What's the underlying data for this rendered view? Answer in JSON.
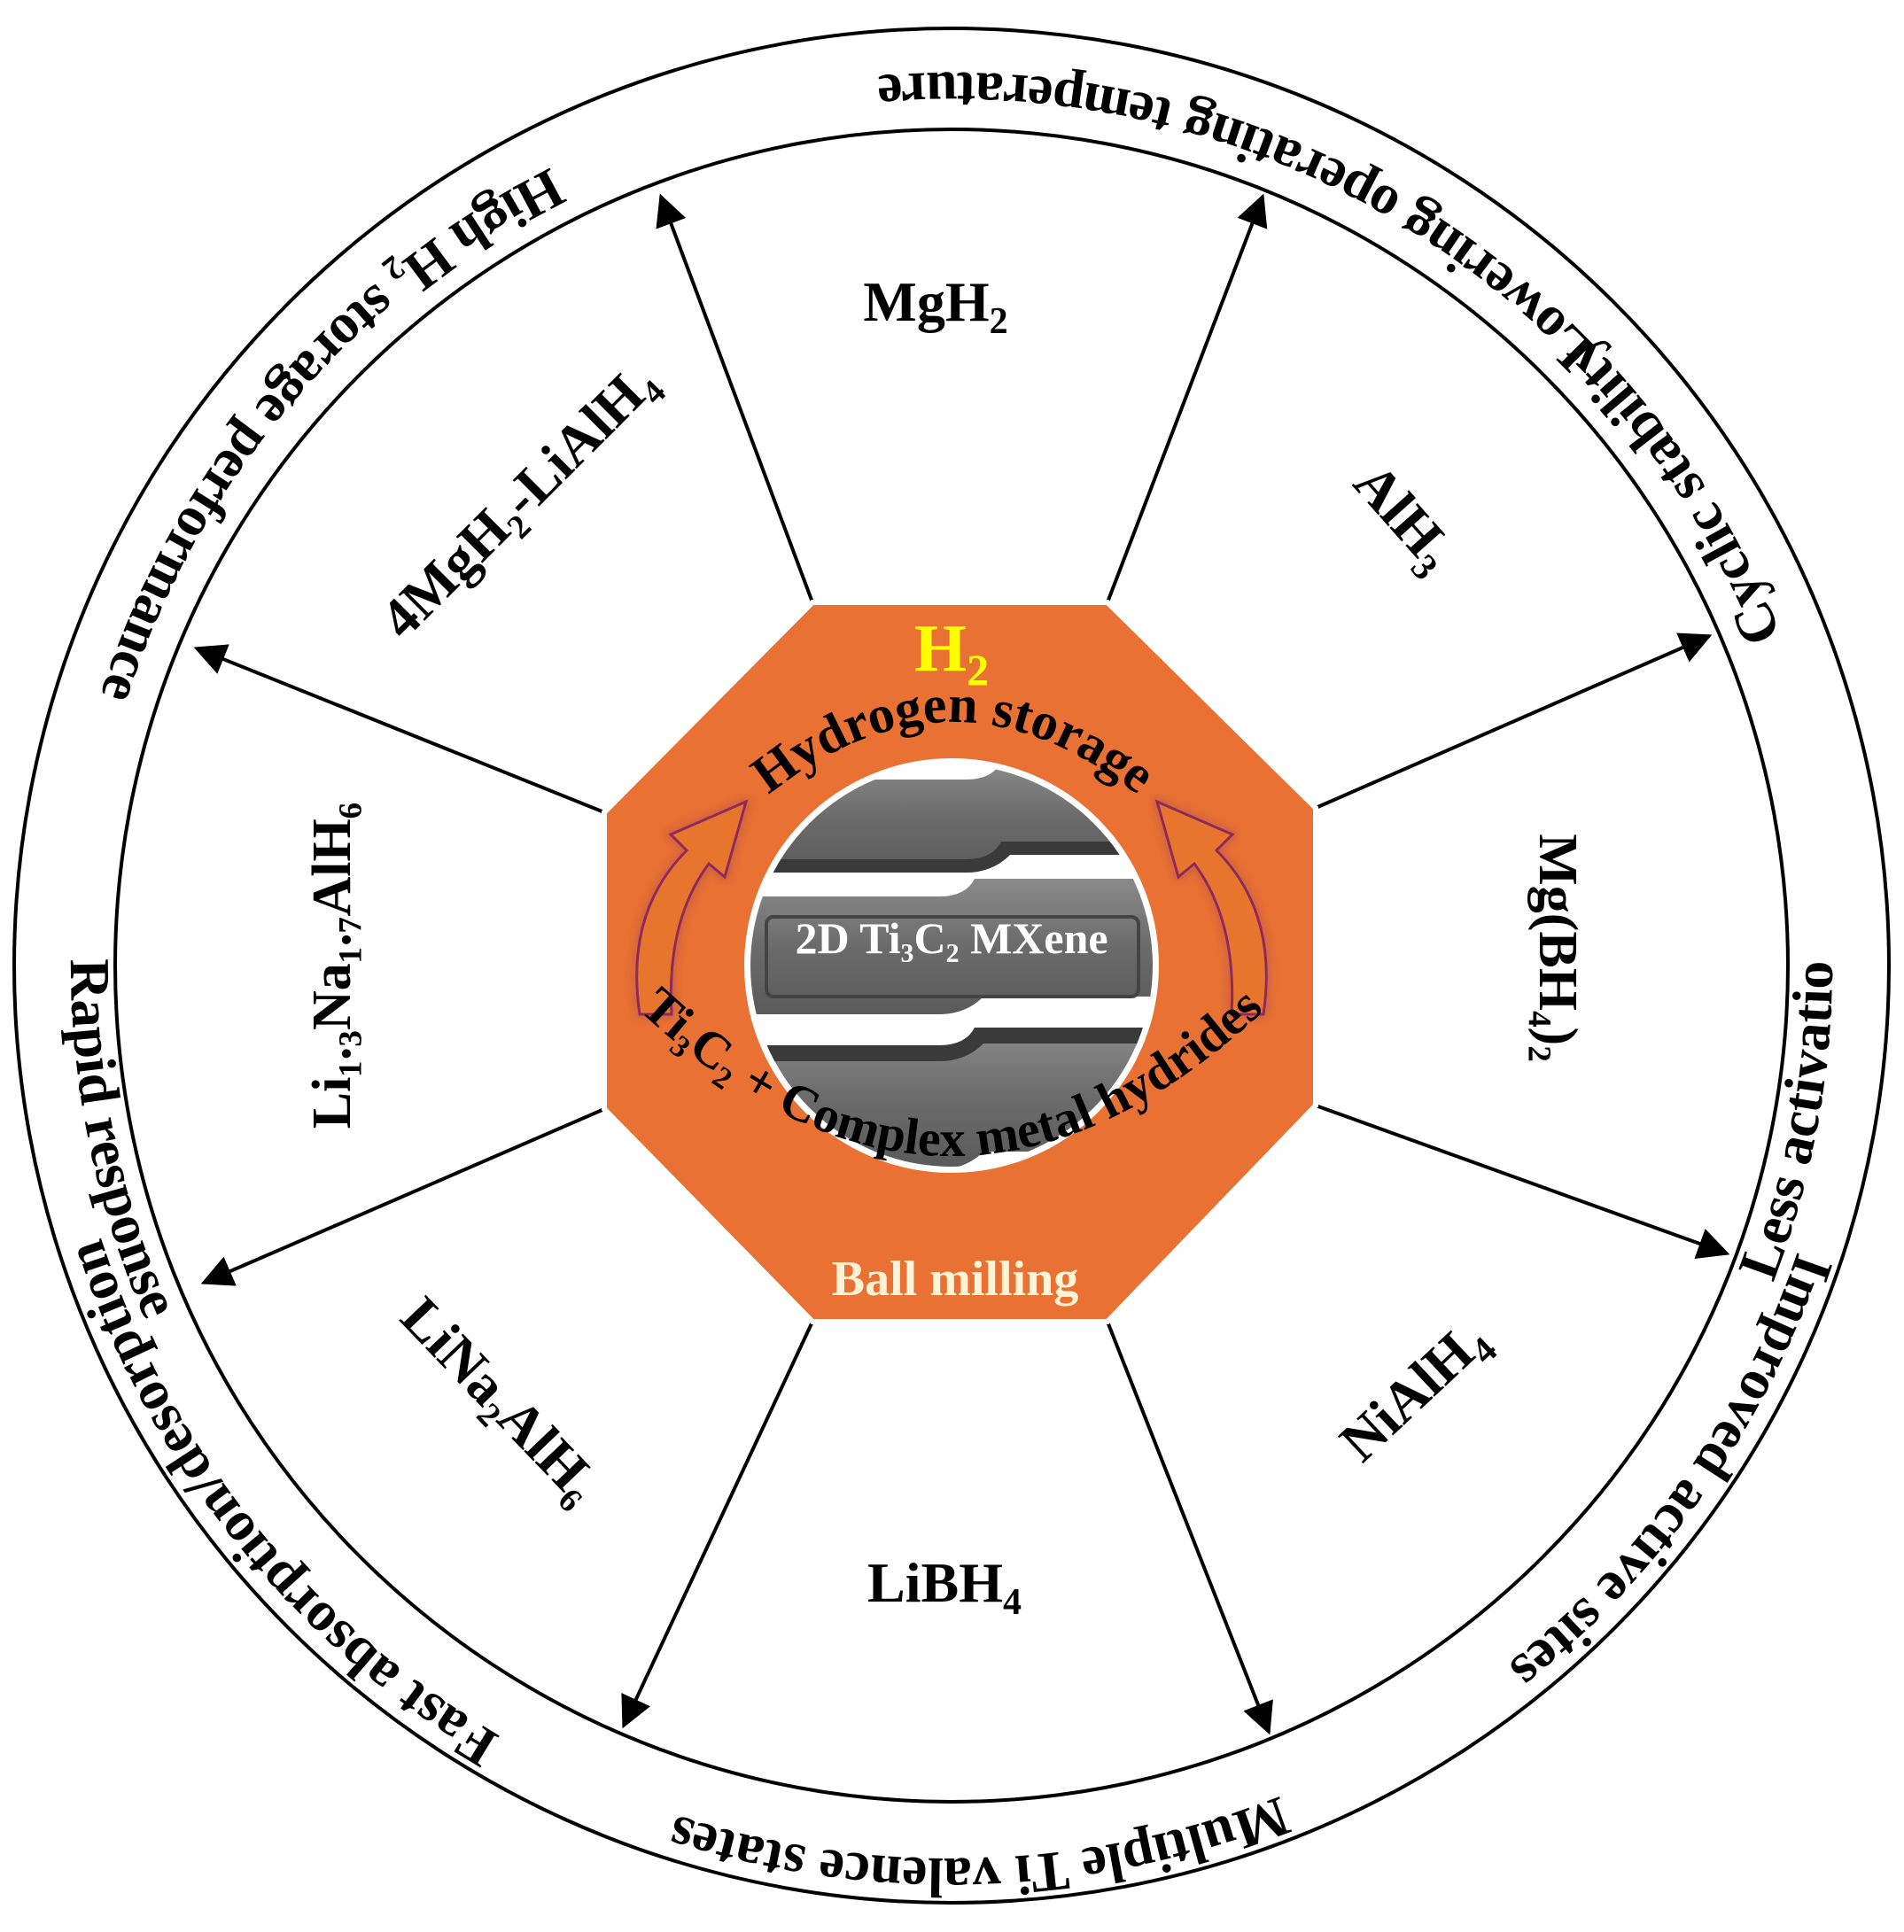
{
  "colors": {
    "octagon": "#E87133",
    "h2": "#FFFF00",
    "ball_milling": "#FFF3D6",
    "mxene_label": "#FFFFFF",
    "arrow_fill": "#E8742E",
    "arrow_glow": "#8E2A5A"
  },
  "ring_labels": [
    {
      "id": "lowering",
      "text": "Lowering operating temperature"
    },
    {
      "id": "cyclic",
      "text": "Cyclic stability"
    },
    {
      "id": "activation",
      "text": "Less activation energy"
    },
    {
      "id": "sites",
      "text": "Improved active sites"
    },
    {
      "id": "valence",
      "text": "Multiple Ti valence states"
    },
    {
      "id": "fast",
      "text": "Fast absorption/desorption"
    },
    {
      "id": "rapid",
      "text": "Rapid response"
    },
    {
      "id": "high",
      "text": "High H₂ storage performance"
    }
  ],
  "hydrides": [
    {
      "id": "mgh2",
      "base": "MgH",
      "sub": "2"
    },
    {
      "id": "alh3",
      "base": "AlH",
      "sub": "3"
    },
    {
      "id": "mgbh4",
      "text": "Mg(BH₄)₂"
    },
    {
      "id": "nialh4",
      "base": "NiAlH",
      "sub": "4"
    },
    {
      "id": "libh4",
      "base": "LiBH",
      "sub": "4"
    },
    {
      "id": "lina2alh6",
      "text": "LiNa₂AlH₆"
    },
    {
      "id": "li13",
      "text": "Li₁.₃Na₁.₇AlH₆"
    },
    {
      "id": "mgli",
      "text": "4MgH₂-LiAlH₄"
    }
  ],
  "center": {
    "h2_base": "H",
    "h2_sub": "2",
    "hydrogen_storage": "Hydrogen storage",
    "mxene_label": "2D Ti₃C₂ MXene",
    "composite": "Ti₃C₂ + Complex metal hydrides",
    "ball_milling": "Ball milling"
  }
}
